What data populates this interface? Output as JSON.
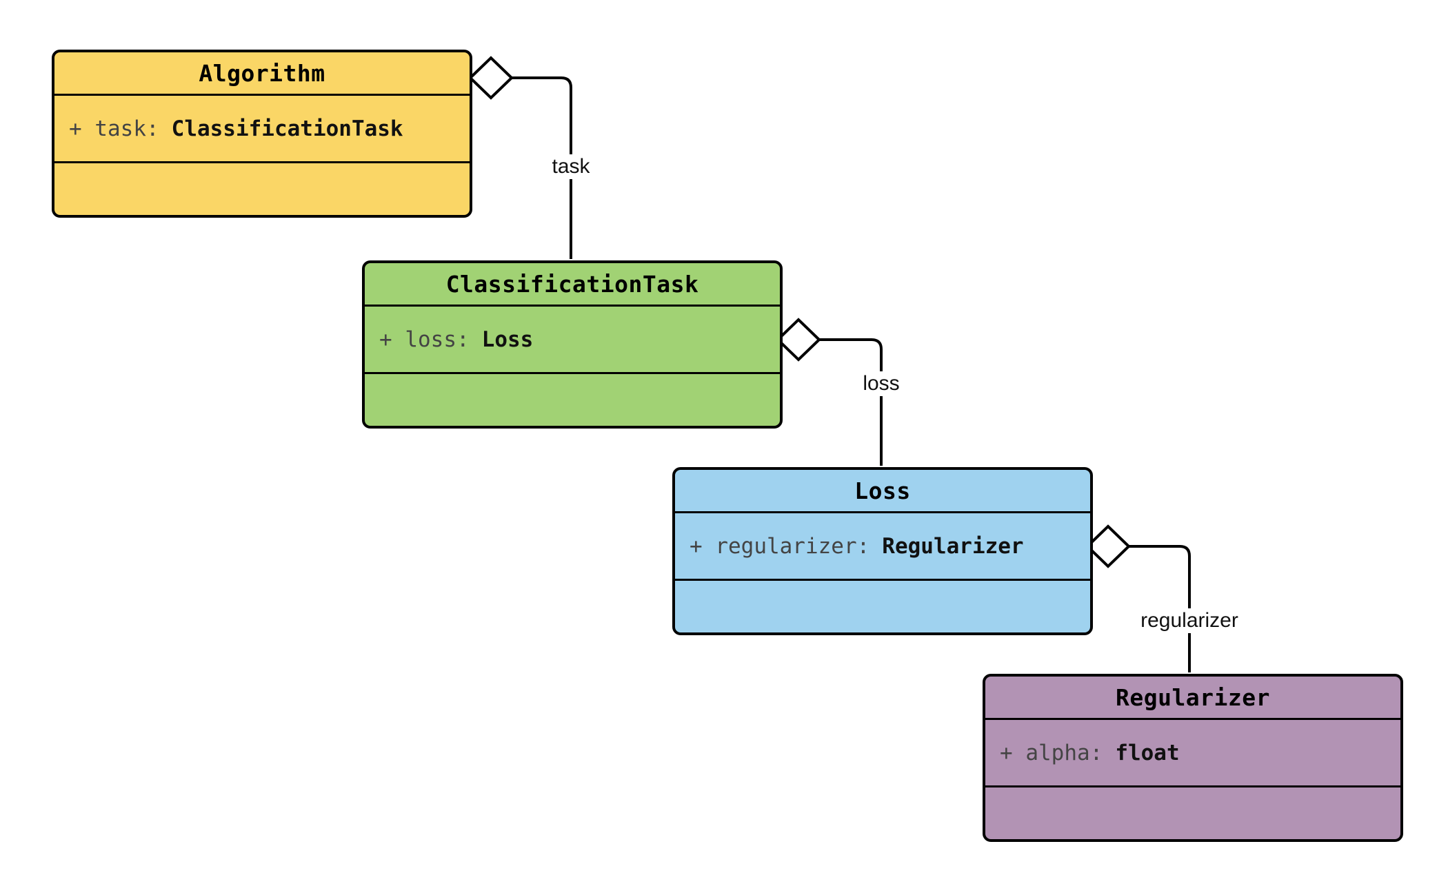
{
  "diagram_type": "uml-class-diagram",
  "classes": [
    {
      "name": "Algorithm",
      "fill": "#FAD666",
      "attribute": {
        "prefix": "+ task:",
        "type": "ClassificationTask"
      }
    },
    {
      "name": "ClassificationTask",
      "fill": "#A1D274",
      "attribute": {
        "prefix": "+ loss:",
        "type": "Loss"
      }
    },
    {
      "name": "Loss",
      "fill": "#9FD2EF",
      "attribute": {
        "prefix": "+ regularizer:",
        "type": "Regularizer"
      }
    },
    {
      "name": "Regularizer",
      "fill": "#B293B4",
      "attribute": {
        "prefix": "+ alpha:",
        "type": "float"
      }
    }
  ],
  "edges": [
    {
      "label": "task",
      "source": "Algorithm",
      "target": "ClassificationTask",
      "kind": "aggregation"
    },
    {
      "label": "loss",
      "source": "ClassificationTask",
      "target": "Loss",
      "kind": "aggregation"
    },
    {
      "label": "regularizer",
      "source": "Loss",
      "target": "Regularizer",
      "kind": "aggregation"
    }
  ],
  "colors": {
    "background": "#ffffff",
    "line": "#000000",
    "diamond_fill": "#ffffff",
    "border": "#000000",
    "title_text": "#000000",
    "attribute_name_text": "#444444",
    "attribute_type_text": "#111111"
  }
}
